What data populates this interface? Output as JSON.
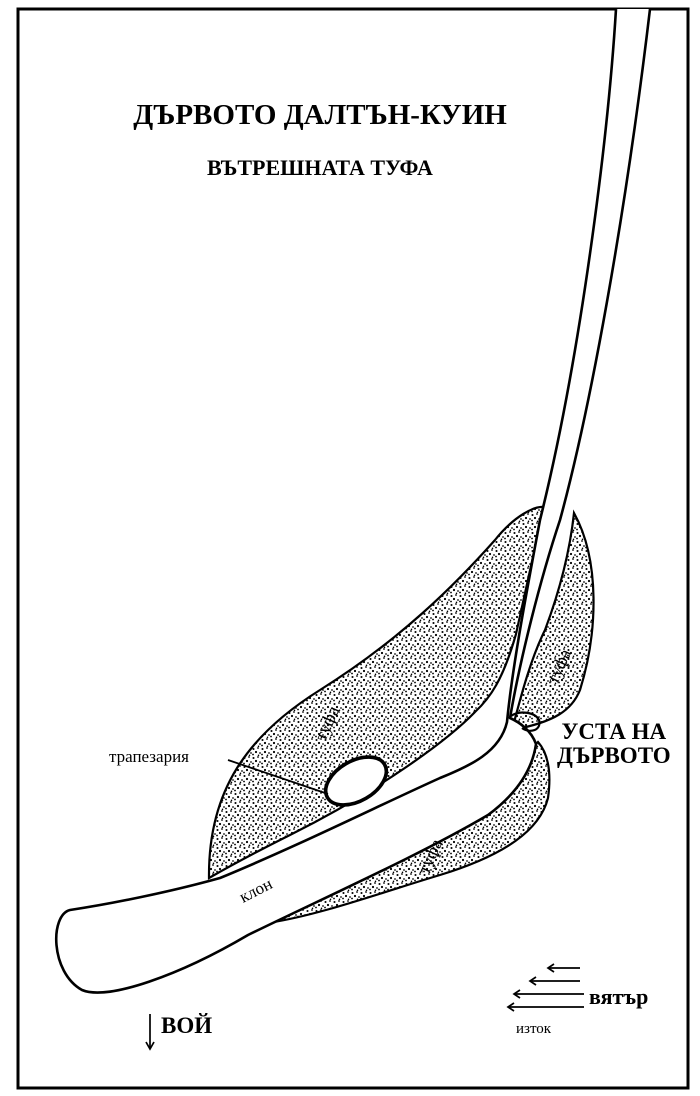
{
  "diagram": {
    "title": "ДЪРВОТО ДАЛТЪН-КУИН",
    "subtitle": "ВЪТРЕШНАТА ТУФА",
    "labels": {
      "tufa_large": "туфа",
      "tufa_right": "туфа",
      "tufa_lower": "туфа",
      "branch": "клон",
      "dining_room": "трапезария",
      "tree_mouth": "УСТА НА ДЪРВОТО",
      "wind": "вятър",
      "east": "изток",
      "howl": "ВОЙ"
    },
    "colors": {
      "ink": "#000000",
      "paper": "#ffffff"
    }
  }
}
